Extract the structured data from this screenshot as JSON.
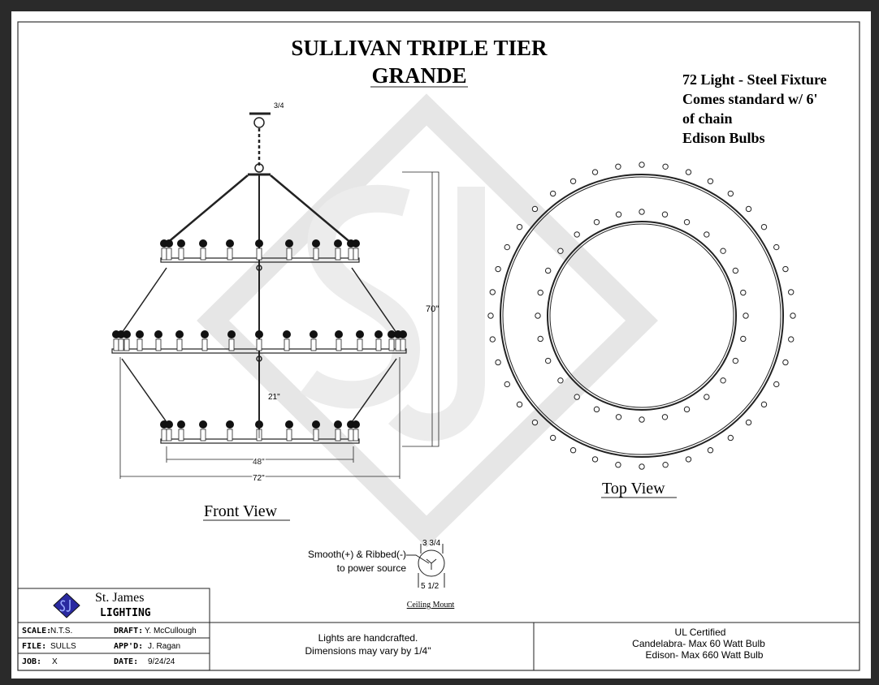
{
  "title_line1": "SULLIVAN TRIPLE TIER",
  "title_line2": "GRANDE",
  "notes": [
    "72 Light - Steel Fixture",
    "Comes standard w/ 6'",
    "of chain",
    "Edison Bulbs"
  ],
  "dimensions": {
    "height": "70\"",
    "tier_gap": "21\"",
    "inner_width": "48\"",
    "outer_width": "72\"",
    "canopy": "3/4"
  },
  "front_view_label": "Front View",
  "top_view_label": "Top View",
  "ceiling_mount": {
    "note_line1": "Smooth(+) & Ribbed(-)",
    "note_line2": "to power source",
    "top_dim": "3 3/4",
    "bottom_dim": "5 1/2",
    "label": "Ceiling Mount"
  },
  "company": {
    "name": "St. James",
    "sub": "LIGHTING",
    "logo_text": "SJ"
  },
  "title_block": {
    "scale_label": "SCALE:",
    "scale": "N.T.S.",
    "draft_label": "DRAFT:",
    "draft": "Y. McCullough",
    "file_label": "FILE:",
    "file": "SULLS",
    "appd_label": "APP'D:",
    "appd": "J. Ragan",
    "job_label": "JOB:",
    "job": "X",
    "date_label": "DATE:",
    "date": "9/24/24"
  },
  "footer_middle": [
    "Lights are handcrafted.",
    "Dimensions may vary by 1/4\""
  ],
  "footer_right": [
    "UL Certified",
    "Candelabra- Max 60 Watt Bulb",
    "Edison- Max 660 Watt Bulb"
  ],
  "colors": {
    "frame": "#2a2a2a",
    "line": "#222222",
    "watermark": "#e4e4e4",
    "logo": "#2a2aa0"
  }
}
